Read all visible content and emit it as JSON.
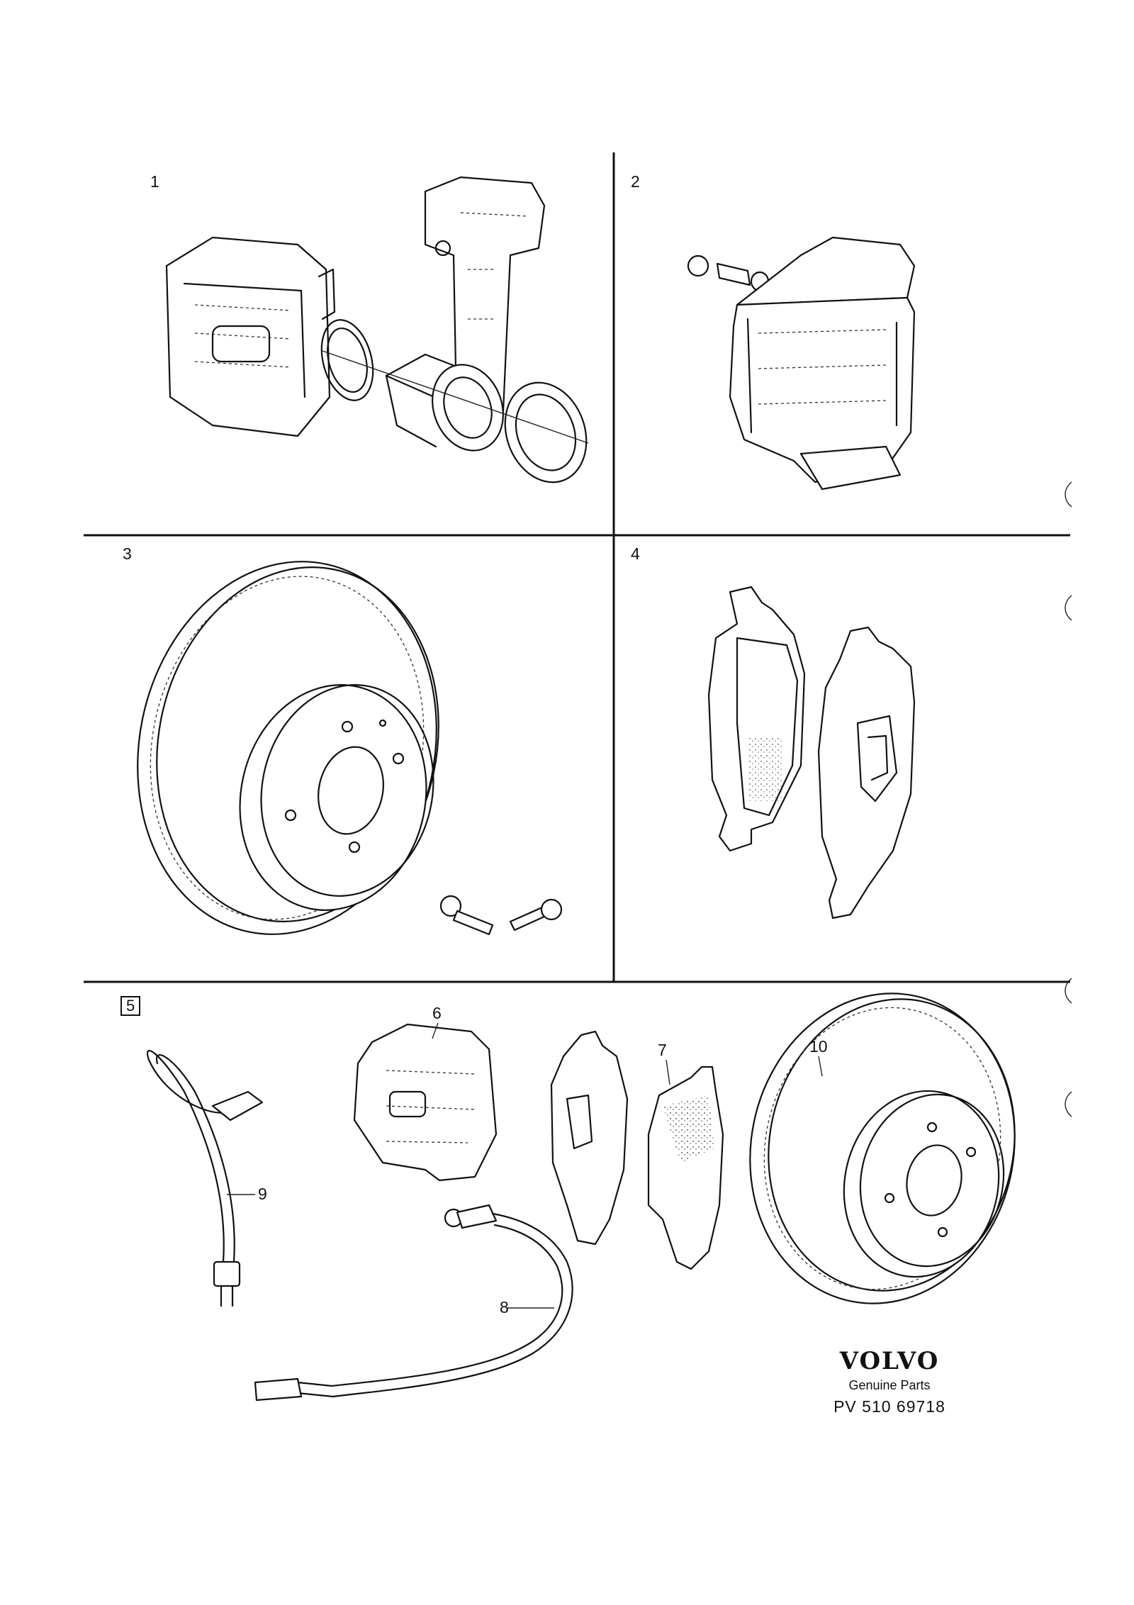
{
  "panels": [
    {
      "id": "1",
      "label": "1"
    },
    {
      "id": "2",
      "label": "2"
    },
    {
      "id": "3",
      "label": "3"
    },
    {
      "id": "4",
      "label": "4"
    },
    {
      "id": "5",
      "label": "5"
    }
  ],
  "callouts": {
    "c6": "6",
    "c7": "7",
    "c8": "8",
    "c9": "9",
    "c10": "10"
  },
  "brand": {
    "logo": "VOLVO",
    "subtitle": "Genuine Parts",
    "code": "PV 510 69718"
  },
  "icons": [
    "brake-caliper-icon",
    "caliper-bracket-icon",
    "piston-icon",
    "seal-ring-icon",
    "bleed-screw-icon",
    "brake-disc-icon",
    "wheel-bolt-icon",
    "brake-pad-icon",
    "brake-hose-icon"
  ]
}
